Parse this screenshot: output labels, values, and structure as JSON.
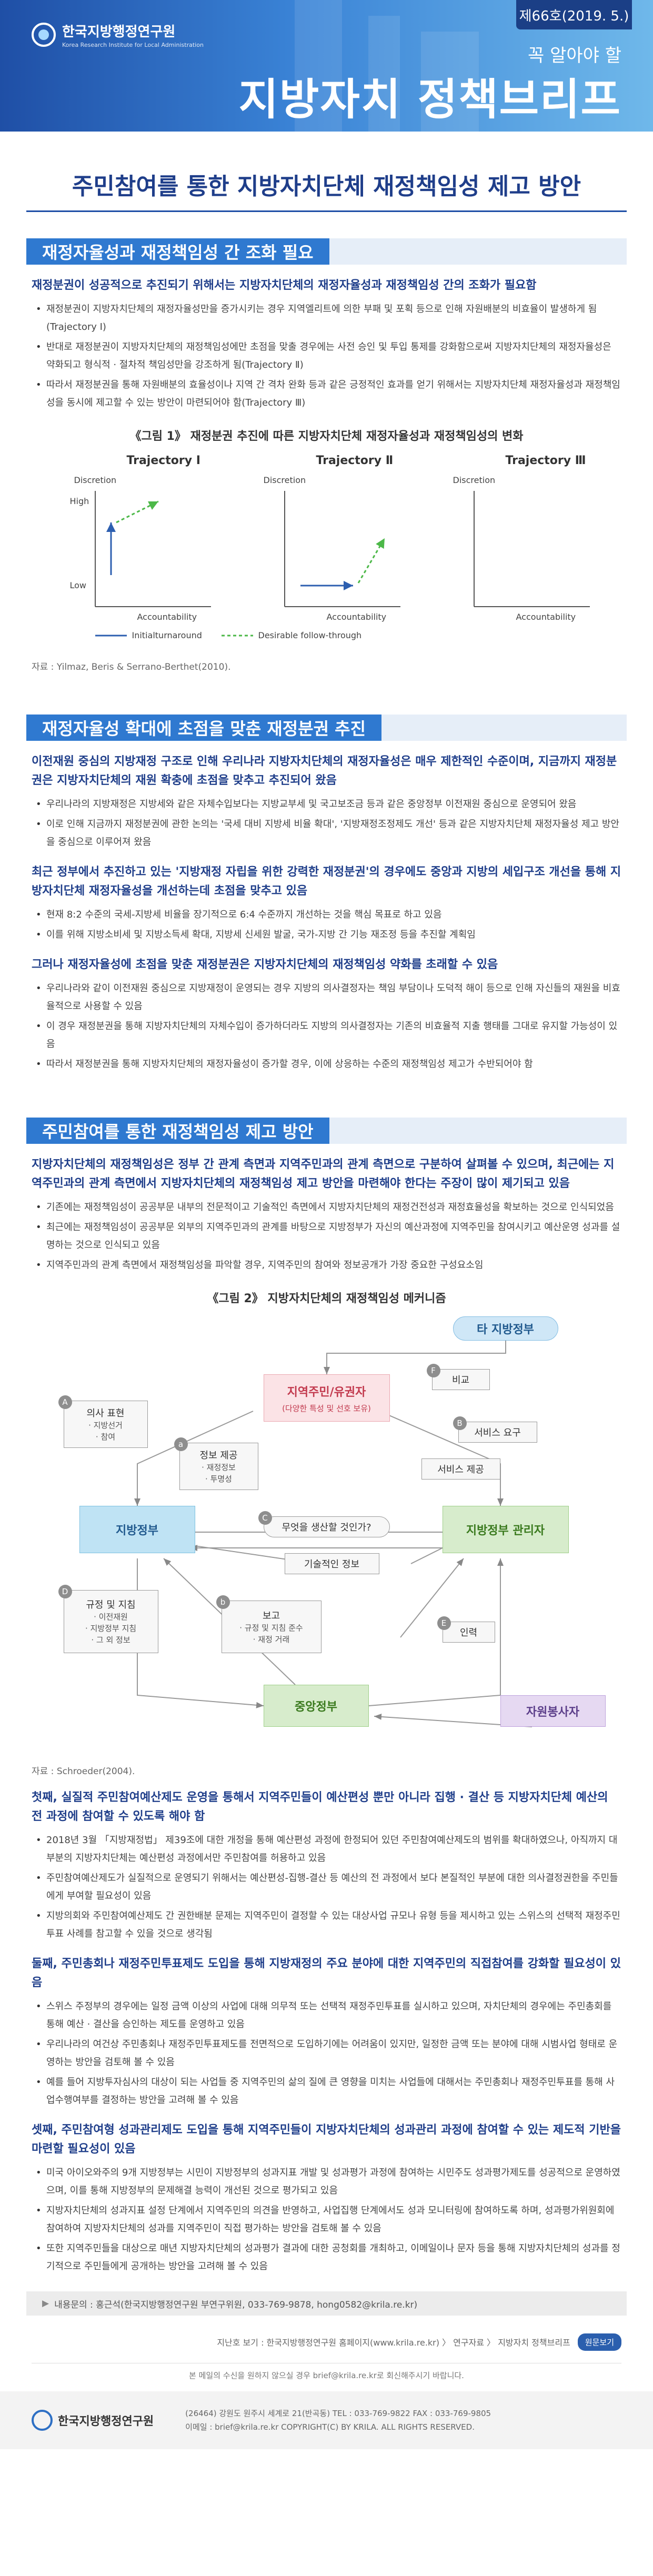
{
  "header": {
    "org_ko": "한국지방행정연구원",
    "org_en": "Korea Research Institute for Local Administration",
    "issue": "제66호(2019. 5.)",
    "tagline": "꼭 알아야 할",
    "series_title": "지방자치 정책브리프"
  },
  "title": "주민참여를 통한 지방자치단체 재정책임성 제고 방안",
  "sec1": {
    "heading": "재정자율성과 재정책임성 간 조화 필요",
    "lead": "재정분권이 성공적으로 추진되기 위해서는 지방자치단체의 재정자율성과 재정책임성 간의 조화가 필요함",
    "bullets": [
      "재정분권이 지방자치단체의 재정자율성만을 증가시키는 경우 지역엘리트에 의한 부패 및 포획 등으로 인해 자원배분의 비효율이 발생하게 됨(Trajectory Ⅰ)",
      "반대로 재정분권이 지방자치단체의 재정책임성에만 초점을 맞출 경우에는 사전 승인 및 투입 통제를 강화함으로써 지방자치단체의 재정자율성은 약화되고 형식적 · 절차적 책임성만을 강조하게 됨(Trajectory Ⅱ)",
      "따라서 재정분권을 통해 자원배분의 효율성이나 지역 간 격차 완화 등과 같은 긍정적인 효과를 얻기 위해서는 지방자치단체 재정자율성과 재정책임성을 동시에 제고할 수 있는 방안이 마련되어야 함(Trajectory Ⅲ)"
    ],
    "figure_caption": "《그림 1》 재정분권 추진에 따른 지방자치단체 재정자율성과 재정책임성의 변화",
    "figure": {
      "panels": [
        "Trajectory Ⅰ",
        "Trajectory Ⅱ",
        "Trajectory Ⅲ"
      ],
      "y_label": "Discretion",
      "x_label": "Accountability",
      "high": "High",
      "low": "Low",
      "legend_solid": "Initialturnaround",
      "legend_dashed": "Desirable follow-through",
      "solid_color": "#2d5fb0",
      "dashed_color": "#4cb848"
    },
    "source": "자료 : Yilmaz, Beris & Serrano-Berthet(2010)."
  },
  "sec2": {
    "heading": "재정자율성 확대에 초점을 맞춘 재정분권 추진",
    "groups": [
      {
        "lead": "이전재원 중심의 지방재정 구조로 인해 우리나라 지방자치단체의 재정자율성은 매우 제한적인 수준이며, 지금까지 재정분권은 지방자치단체의 재원 확충에 초점을 맞추고 추진되어 왔음",
        "bullets": [
          "우리나라의 지방재정은 지방세와 같은 자체수입보다는 지방교부세 및 국고보조금 등과 같은 중앙정부 이전재원 중심으로 운영되어 왔음",
          "이로 인해 지금까지 재정분권에 관한 논의는 '국세 대비 지방세 비율 확대', '지방재정조정제도 개선' 등과 같은 지방자치단체 재정자율성 제고 방안을 중심으로 이루어져 왔음"
        ]
      },
      {
        "lead": "최근 정부에서 추진하고 있는 '지방재정 자립을 위한 강력한 재정분권'의 경우에도 중앙과 지방의 세입구조 개선을 통해 지방자치단체 재정자율성을 개선하는데 초점을 맞추고 있음",
        "bullets": [
          "현재 8:2 수준의 국세-지방세 비율을 장기적으로 6:4 수준까지 개선하는 것을 핵심 목표로 하고 있음",
          "이를 위해 지방소비세 및 지방소득세 확대, 지방세 신세원 발굴, 국가-지방 간 기능 재조정 등을 추진할 계획임"
        ]
      },
      {
        "lead": "그러나 재정자율성에 초점을 맞춘 재정분권은 지방자치단체의 재정책임성 약화를 초래할 수 있음",
        "bullets": [
          "우리나라와 같이 이전재원 중심으로 지방재정이 운영되는 경우 지방의 의사결정자는 책임 부담이나 도덕적 해이 등으로 인해 자신들의 재원을 비효율적으로 사용할 수 있음",
          "이 경우 재정분권을 통해 지방자치단체의 자체수입이 증가하더라도 지방의 의사결정자는 기존의 비효율적 지출 행태를 그대로 유지할 가능성이 있음",
          "따라서 재정분권을 통해 지방자치단체의 재정자율성이 증가할 경우, 이에 상응하는 수준의 재정책임성 제고가 수반되어야 함"
        ]
      }
    ]
  },
  "sec3": {
    "heading": "주민참여를 통한 재정책임성 제고 방안",
    "lead": "지방자치단체의 재정책임성은 정부 간 관계 측면과 지역주민과의 관계 측면으로 구분하여 살펴볼 수 있으며, 최근에는 지역주민과의 관계 측면에서 지방자치단체의 재정책임성 제고 방안을 마련해야 한다는 주장이 많이 제기되고 있음",
    "bullets": [
      "기존에는 재정책임성이 공공부문 내부의 전문적이고 기술적인 측면에서 지방자치단체의 재정건전성과 재정효율성을 확보하는 것으로 인식되었음",
      "최근에는 재정책임성이 공공부문 외부의 지역주민과의 관계를 바탕으로 지방정부가 자신의 예산과정에 지역주민을 참여시키고 예산운영 성과를 설명하는 것으로 인식되고 있음",
      "지역주민과의 관계 측면에서 재정책임성을 파악할 경우, 지역주민의 참여와 정보공개가 가장 중요한 구성요소임"
    ],
    "figure_caption": "《그림 2》 지방자치단체의 재정책임성 메커니즘",
    "diagram": {
      "central_gov": "타 지방정부",
      "resident": "지역주민/유권자",
      "resident_sub": "(다양한 특성 및 선호 보유)",
      "comparison": "비교",
      "voice": "의사 표현",
      "voice_items": [
        "· 지방선거",
        "· 참여"
      ],
      "service_demand": "서비스 요구",
      "service_supply": "서비스 제공",
      "info": "정보 제공",
      "info_items": [
        "· 재정정보",
        "· 투명성"
      ],
      "local_gov": "지방정부",
      "manager": "지방정부 관리자",
      "question": "무엇을 생산할 것인가?",
      "tech_info": "기술적인 정보",
      "rules": "규정 및 지침",
      "rules_items": [
        "· 이전재원",
        "· 지방정부 지침",
        "· 그 외 정보"
      ],
      "report": "보고",
      "report_items": [
        "· 규정 및 지침 준수",
        "· 재정 거래"
      ],
      "personnel": "인력",
      "central": "중앙정부",
      "resources": "자원봉사자",
      "badges": [
        "A",
        "B",
        "C",
        "D",
        "E",
        "F",
        "a",
        "b"
      ]
    },
    "source": "자료 : Schroeder(2004).",
    "groups": [
      {
        "lead": "첫째, 실질적 주민참여예산제도 운영을 통해서 지역주민들이 예산편성 뿐만 아니라 집행 · 결산 등 지방자치단체 예산의 전 과정에 참여할 수 있도록 해야 함",
        "bullets": [
          "2018년 3월 「지방재정법」 제39조에 대한 개정을 통해 예산편성 과정에 한정되어 있던 주민참여예산제도의 범위를 확대하였으나, 아직까지 대부분의 지방자치단체는 예산편성 과정에서만 주민참여를 허용하고 있음",
          "주민참여예산제도가 실질적으로 운영되기 위해서는 예산편성-집행-결산 등 예산의 전 과정에서 보다 본질적인 부분에 대한 의사결정권한을 주민들에게 부여할 필요성이 있음",
          "지방의회와 주민참여예산제도 간 권한배분 문제는 지역주민이 결정할 수 있는 대상사업 규모나 유형 등을 제시하고 있는 스위스의 선택적 재정주민투표 사례를 참고할 수 있을 것으로 생각됨"
        ]
      },
      {
        "lead": "둘째, 주민총회나 재정주민투표제도 도입을 통해 지방재정의 주요 분야에 대한 지역주민의 직접참여를 강화할 필요성이 있음",
        "bullets": [
          "스위스 주정부의 경우에는 일정 금액 이상의 사업에 대해 의무적 또는 선택적 재정주민투표를 실시하고 있으며, 자치단체의 경우에는 주민총회를 통해 예산 · 결산을 승인하는 제도를 운영하고 있음",
          "우리나라의 여건상 주민총회나 재정주민투표제도를 전면적으로 도입하기에는 어려움이 있지만, 일정한 금액 또는 분야에 대해 시범사업 형태로 운영하는 방안을 검토해 볼 수 있음",
          "예를 들어 지방투자심사의 대상이 되는 사업들 중 지역주민의 삶의 질에 큰 영향을 미치는 사업들에 대해서는 주민총회나 재정주민투표를 통해 사업수행여부를 결정하는 방안을 고려해 볼 수 있음"
        ]
      },
      {
        "lead": "셋째, 주민참여형 성과관리제도 도입을 통해 지역주민들이 지방자치단체의 성과관리 과정에 참여할 수 있는 제도적 기반을 마련할 필요성이 있음",
        "bullets": [
          "미국 아이오와주의 9개 지방정부는 시민이 지방정부의 성과지표 개발 및 성과평가 과정에 참여하는 시민주도 성과평가제도를 성공적으로 운영하였으며, 이를 통해 지방정부의 문제해결 능력이 개선된 것으로 평가되고 있음",
          "지방자치단체의 성과지표 설정 단계에서 지역주민의 의견을 반영하고, 사업집행 단계에서도 성과 모니터링에 참여하도록 하며, 성과평가위원회에 참여하여 지방자치단체의 성과를 지역주민이 직접 평가하는 방안을 검토해 볼 수 있음",
          "또한 지역주민들을 대상으로 매년 지방자치단체의 성과평가 결과에 대한 공청회를 개최하고, 이메일이나 문자 등을 통해 지방자치단체의 성과를 정기적으로 주민들에게 공개하는 방안을 고려해 볼 수 있음"
        ]
      }
    ]
  },
  "footer": {
    "contact": "내용문의 : 홍근석(한국지방행정연구원 부연구위원, 033-769-9878, hong0582@krila.re.kr)",
    "more_text": "지난호 보기 : 한국지방행정연구원 홈페이지(www.krila.re.kr) 〉 연구자료 〉 지방자치 정책브리프",
    "more_button": "원문보기",
    "unsub": "본 메일의 수신을 원하지 않으실 경우 brief@krila.re.kr로 회신해주시기 바랍니다.",
    "org": "한국지방행정연구원",
    "address": "(26464) 강원도 원주시 세계로 21(반곡동)   TEL : 033-769-9822   FAX : 033-769-9805",
    "email_copy": "이메일 : brief@krila.re.kr   COPYRIGHT(C) BY KRILA. ALL RIGHTS RESERVED."
  }
}
